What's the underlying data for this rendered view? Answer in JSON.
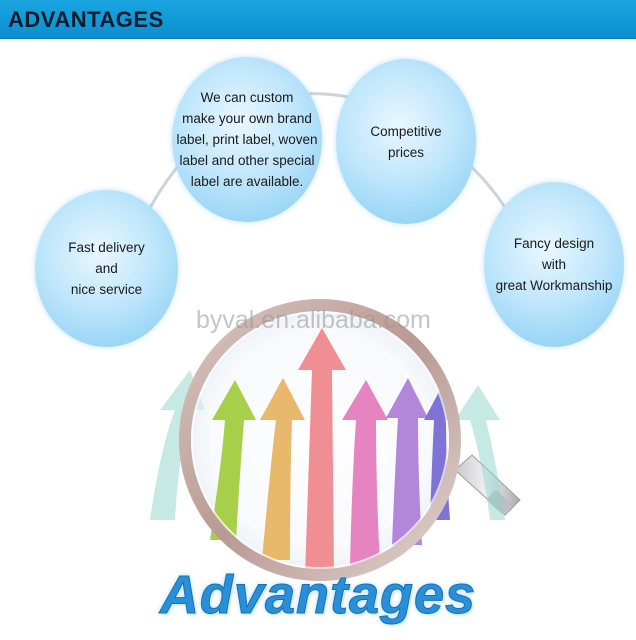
{
  "header": {
    "title": "ADVANTAGES"
  },
  "bubbles": {
    "custom_label": "We can custom\nmake your own brand\nlabel, print label, woven\nlabel and other special\nlabel are available.",
    "competitive_prices": "Competitive\nprices",
    "fast_delivery": "Fast delivery\nand\nnice service",
    "fancy_design": "Fancy design\nwith\ngreat Workmanship"
  },
  "watermark": "byval.en.alibaba.com",
  "hero_word": "Advantages",
  "colors": {
    "header_blue": "#0a8fd0",
    "bubble_blue": "#7fcaf2",
    "text_blue": "#2a8fd9"
  },
  "icons": {
    "magnifier": "magnifying-glass-icon",
    "arrows": "rising-arrows-icon"
  }
}
